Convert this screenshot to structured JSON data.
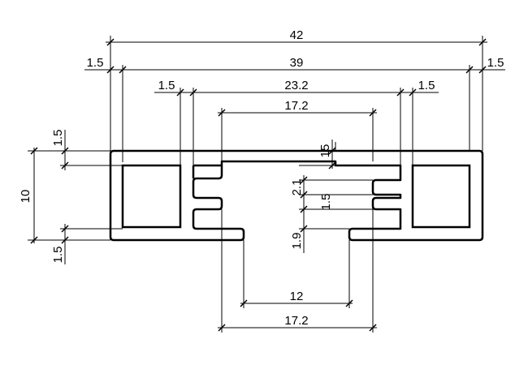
{
  "drawing": {
    "dimensions": {
      "overall_width": "42",
      "inner_width": "39",
      "left_wall": "1.5",
      "right_wall": "1.5",
      "left_rib": "1.5",
      "right_rib": "1.5",
      "pocket_span": "23.2",
      "top_opening": "17.2",
      "height": "10",
      "top_skin": "1.5",
      "bottom_skin": "1.5",
      "center_top": "15",
      "slot_upper": "2.1",
      "slot_middle": "1.5",
      "slot_lower": "1.9",
      "bottom_opening": "12",
      "bottom_span": "17.2"
    }
  }
}
